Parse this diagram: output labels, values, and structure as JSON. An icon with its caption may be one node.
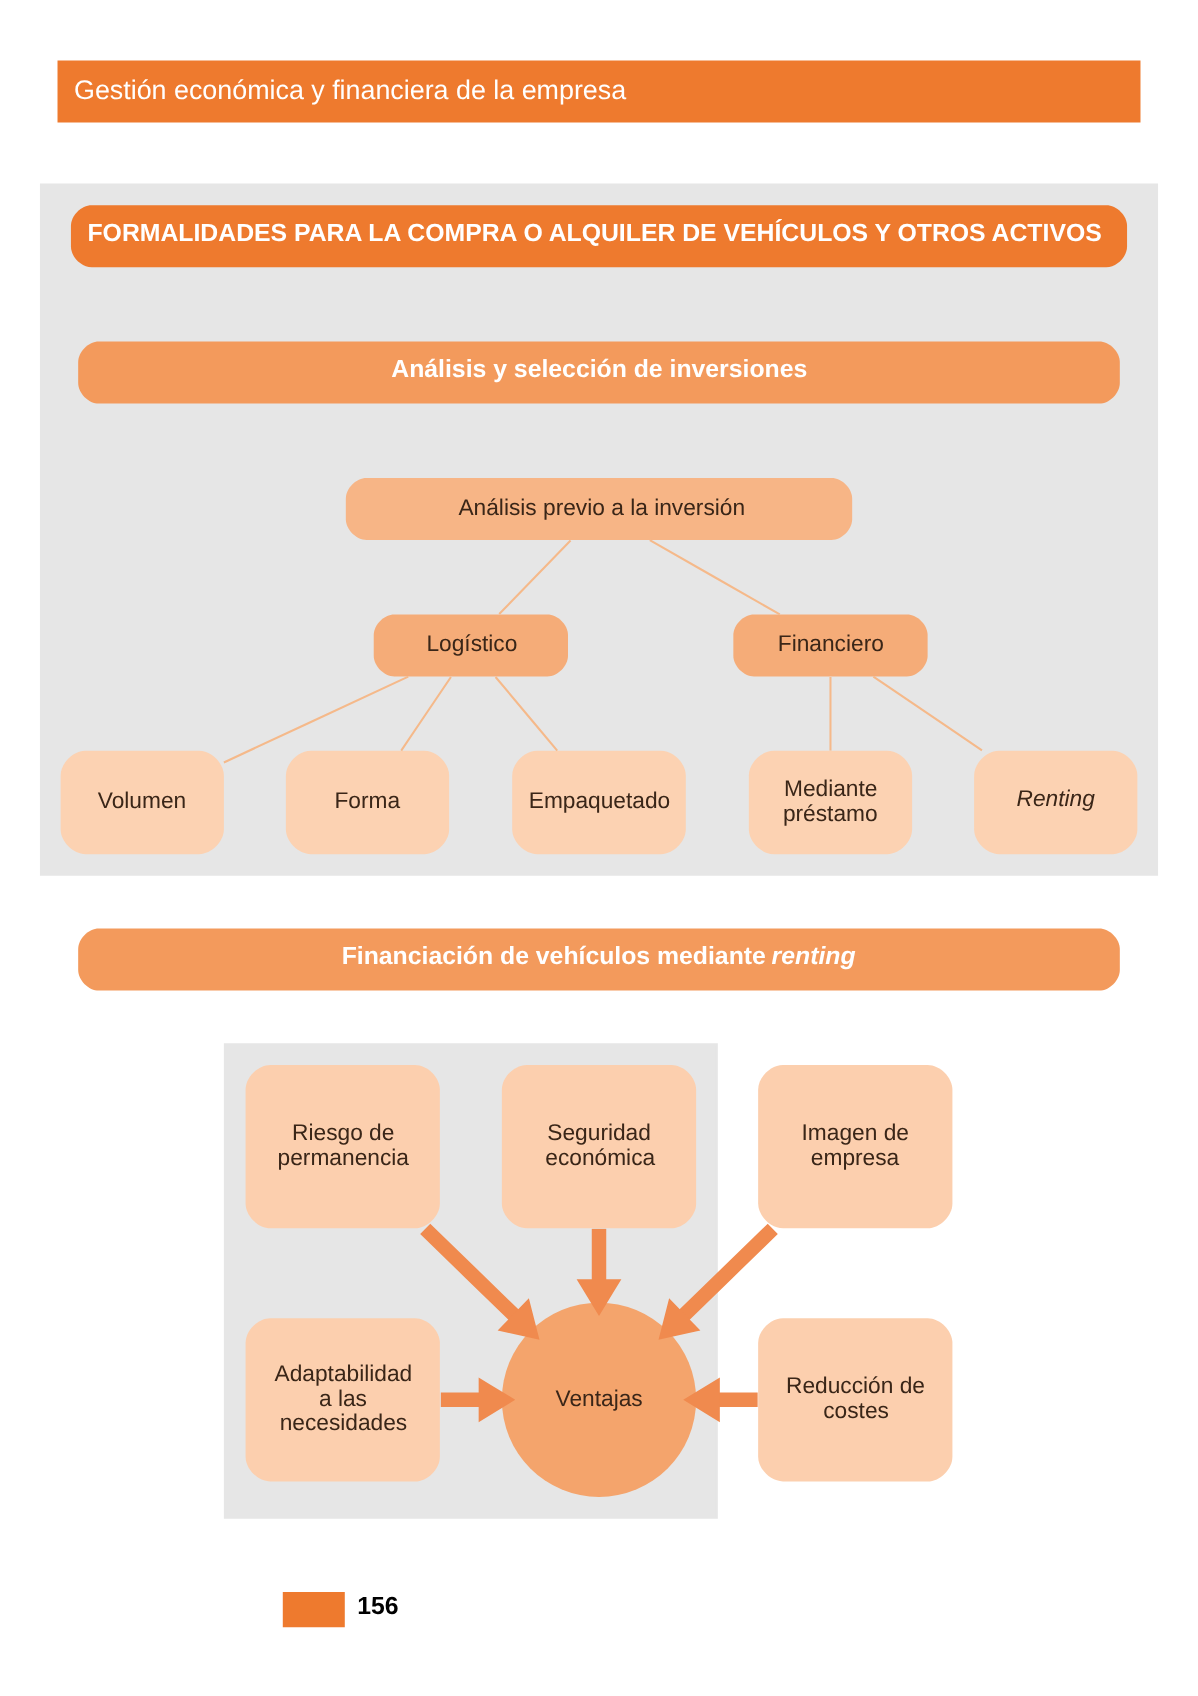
{
  "diagram": {
    "nodes": [
      {
        "text": [],
        "shape": "box"
      },
      {
        "text": [
          "FORMALIDADES PARA LA COMPRA O ALQUILER DE VEHÍCULOS Y OTROS ACTIVOS"
        ],
        "in": 0
      },
      {
        "text": [
          "Análisis y selección de inversiones"
        ],
        "in": 0
      },
      {
        "text": [
          "Análisis previo a la inversión"
        ],
        "in": 0
      },
      {
        "text": [
          "Logístico"
        ],
        "in": 0
      },
      {
        "text": [
          "Financiero"
        ],
        "in": 0
      },
      {
        "text": [
          "Volumen"
        ],
        "in": 0
      },
      {
        "text": [
          "Forma"
        ],
        "in": 0
      },
      {
        "text": [
          "Empaquetado"
        ],
        "in": 0
      },
      {
        "text": [
          "Mediante préstamo"
        ],
        "in": 0
      },
      {
        "text": [
          "Renting"
        ],
        "in": 0
      },
      {
        "text": [
          "Financiación de vehículos mediante *renting*"
        ]
      },
      {
        "text": [],
        "shape": "box"
      },
      {
        "text": [
          "Seguridad económica"
        ],
        "in": 12
      },
      {
        "text": [
          "Riesgo de permanencia"
        ],
        "in": 12
      },
      {
        "text": [
          "Imagen de empresa"
        ]
      },
      {
        "text": [
          "Adaptabilidad a las necesidades"
        ],
        "in": 12
      },
      {
        "text": [
          "Ventajas"
        ],
        "in": 12
      },
      {
        "text": [
          "Reducción de costes"
        ]
      }
    ],
    "edges": [
      {
        "from": 3,
        "to": 4,
        "arrow": "none"
      },
      {
        "from": 3,
        "to": 5,
        "arrow": "none"
      },
      {
        "from": 4,
        "to": 6,
        "arrow": "none"
      },
      {
        "from": 4,
        "to": 7,
        "arrow": "none"
      },
      {
        "from": 4,
        "to": 8,
        "arrow": "none"
      },
      {
        "from": 5,
        "to": 9,
        "arrow": "none"
      },
      {
        "from": 5,
        "to": 10,
        "arrow": "none"
      },
      {
        "from": 13,
        "to": 17,
        "arrow": "to",
        "style": "thick",
        "color": "#f08a4e"
      },
      {
        "from": 14,
        "to": 17,
        "arrow": "to",
        "style": "thick",
        "color": "#f08a4e"
      },
      {
        "from": 15,
        "to": 17,
        "arrow": "to",
        "style": "thick",
        "color": "#f08a4e"
      },
      {
        "from": 16,
        "to": 17,
        "arrow": "to",
        "style": "thick",
        "color": "#f08a4e"
      },
      {
        "from": 18,
        "to": 17,
        "arrow": "to",
        "style": "thick",
        "color": "#f08a4e"
      }
    ],
    "labels": [
      "Gestión económica y financiera de la empresa",
      "156"
    ]
  }
}
